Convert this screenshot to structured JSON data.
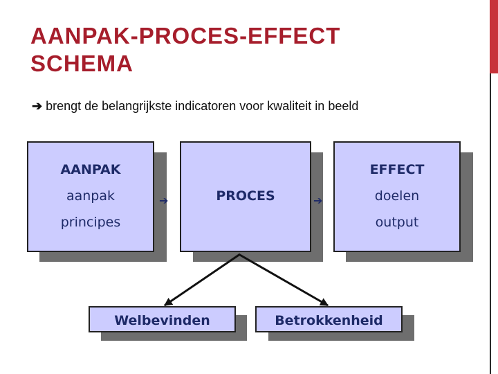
{
  "slide": {
    "title_line1": "AANPAK-PROCES-EFFECT",
    "title_line2": "SCHEMA",
    "subtitle_arrow": "➔",
    "subtitle": "brengt de belangrijkste indicatoren voor kwaliteit in beeld"
  },
  "diagram": {
    "aanpak": {
      "heading": "AANPAK",
      "items": [
        "aanpak",
        "principes"
      ]
    },
    "proces": {
      "heading": "PROCES"
    },
    "effect": {
      "heading": "EFFECT",
      "items": [
        "doelen",
        "output"
      ]
    },
    "flow_arrow": "➔",
    "outcomes": [
      "Welbevinden",
      "Betrokkenheid"
    ]
  },
  "colors": {
    "title": "#a61d2b",
    "accent_bar": "#c8323a",
    "box_fill": "#ccccff",
    "box_text": "#1e2a68",
    "shadow": "#6e6e6e"
  },
  "icons": [
    "arrow-right-icon"
  ]
}
